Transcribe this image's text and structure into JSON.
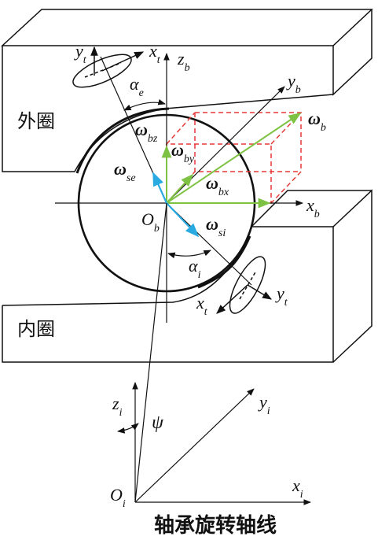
{
  "labels": {
    "outer_ring": "外圈",
    "inner_ring": "内圈",
    "caption": "轴承旋转轴线"
  },
  "axes": {
    "z_b": {
      "main": "z",
      "sub": "b"
    },
    "y_b": {
      "main": "y",
      "sub": "b"
    },
    "x_b": {
      "main": "x",
      "sub": "b"
    },
    "origin_b": {
      "main": "O",
      "sub": "b"
    },
    "z_i": {
      "main": "z",
      "sub": "i"
    },
    "y_i": {
      "main": "y",
      "sub": "i"
    },
    "x_i": {
      "main": "x",
      "sub": "i"
    },
    "origin_i": {
      "main": "O",
      "sub": "i"
    },
    "y_t_top": {
      "main": "y",
      "sub": "t"
    },
    "x_t_top": {
      "main": "x",
      "sub": "t"
    },
    "x_t_bottom": {
      "main": "x",
      "sub": "t"
    },
    "y_t_bottom": {
      "main": "y",
      "sub": "t"
    }
  },
  "angles": {
    "alpha_e": {
      "main": "α",
      "sub": "e"
    },
    "alpha_i": {
      "main": "α",
      "sub": "i"
    },
    "psi": {
      "main": "ψ"
    }
  },
  "omegas": {
    "omega_b": {
      "main": "ω",
      "sub": "b"
    },
    "omega_bz": {
      "main": "ω",
      "sub": "bz"
    },
    "omega_by": {
      "main": "ω",
      "sub": "by"
    },
    "omega_bx": {
      "main": "ω",
      "sub": "bx"
    },
    "omega_se": {
      "main": "ω",
      "sub": "se"
    },
    "omega_si": {
      "main": "ω",
      "sub": "si"
    }
  },
  "colors": {
    "green": "#7dc242",
    "blue": "#29abe2",
    "red": "#e53935",
    "line": "#111111"
  }
}
